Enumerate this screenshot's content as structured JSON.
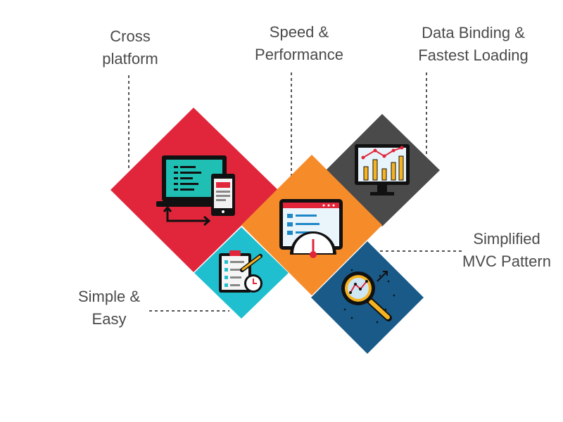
{
  "features": [
    {
      "id": "cross",
      "lines": [
        "Cross",
        "platform"
      ],
      "color": "#e1263c"
    },
    {
      "id": "speed",
      "lines": [
        "Speed &",
        "Performance"
      ],
      "color": "#f68b2a"
    },
    {
      "id": "data",
      "lines": [
        "Data Binding &",
        "Fastest Loading"
      ],
      "color": "#4a4a4a"
    },
    {
      "id": "mvc",
      "lines": [
        "Simplified",
        "MVC Pattern"
      ],
      "color": "#195a88"
    },
    {
      "id": "simple",
      "lines": [
        "Simple &",
        "Easy"
      ],
      "color": "#1fbfcf"
    }
  ],
  "icons": {
    "cross": "laptop-and-phone-icon",
    "speed": "browser-speedometer-icon",
    "data": "monitor-bar-chart-icon",
    "mvc": "magnifier-analytics-icon",
    "simple": "checklist-clock-icon"
  }
}
